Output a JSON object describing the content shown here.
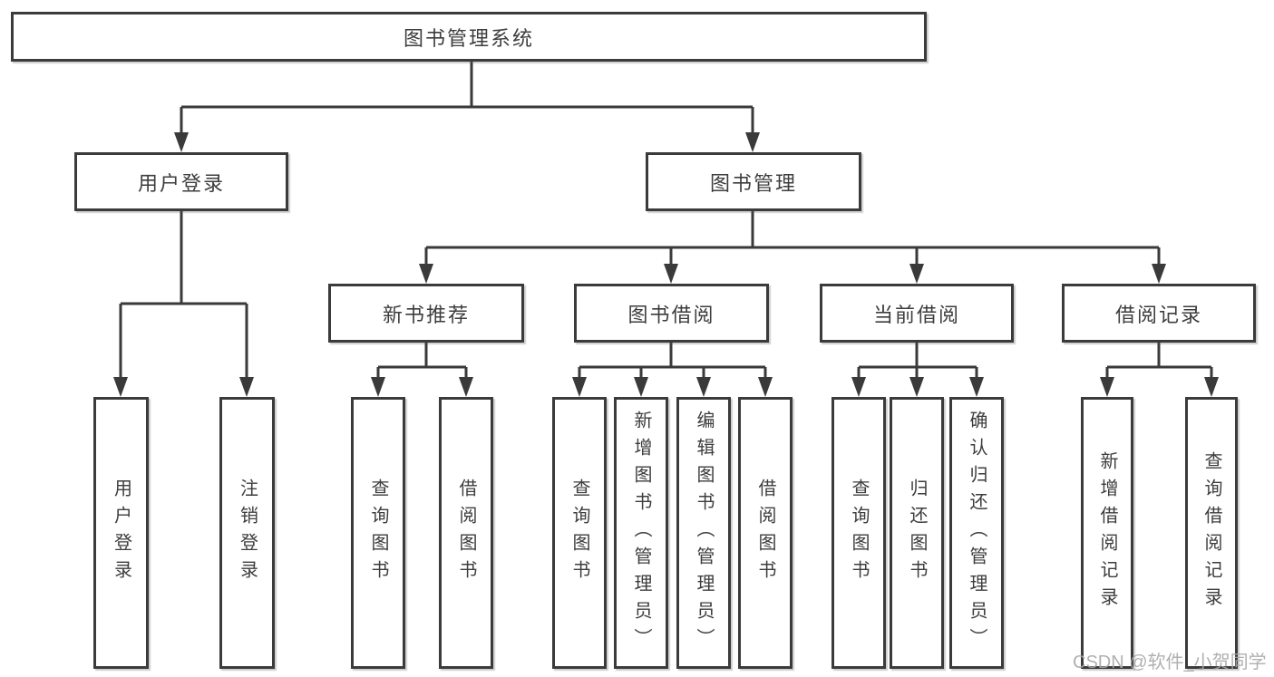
{
  "diagram": {
    "type": "hierarchy-tree",
    "tree": {
      "root": {
        "label": "图书管理系统"
      },
      "children": [
        {
          "label": "用户登录",
          "children": [
            {
              "label": "用户登录"
            },
            {
              "label": "注销登录"
            }
          ]
        },
        {
          "label": "图书管理",
          "children": [
            {
              "label": "新书推荐",
              "children": [
                {
                  "label": "查询图书"
                },
                {
                  "label": "借阅图书"
                }
              ]
            },
            {
              "label": "图书借阅",
              "children": [
                {
                  "label": "查询图书"
                },
                {
                  "label": "新增图书（管理员）"
                },
                {
                  "label": "编辑图书（管理员）"
                },
                {
                  "label": "借阅图书"
                }
              ]
            },
            {
              "label": "当前借阅",
              "children": [
                {
                  "label": "查询图书"
                },
                {
                  "label": "归还图书"
                },
                {
                  "label": "确认归还（管理员）"
                }
              ]
            },
            {
              "label": "借阅记录",
              "children": [
                {
                  "label": "新增借阅记录"
                },
                {
                  "label": "查询借阅记录"
                }
              ]
            }
          ]
        }
      ]
    },
    "colors": {
      "line": "#3a3a3a",
      "box_border": "#3b3b3b",
      "text": "#3d3d3d",
      "background": "#ffffff",
      "watermark": "#a8a8a8"
    }
  },
  "watermark": {
    "text": "CSDN @软件_小贺同学"
  }
}
